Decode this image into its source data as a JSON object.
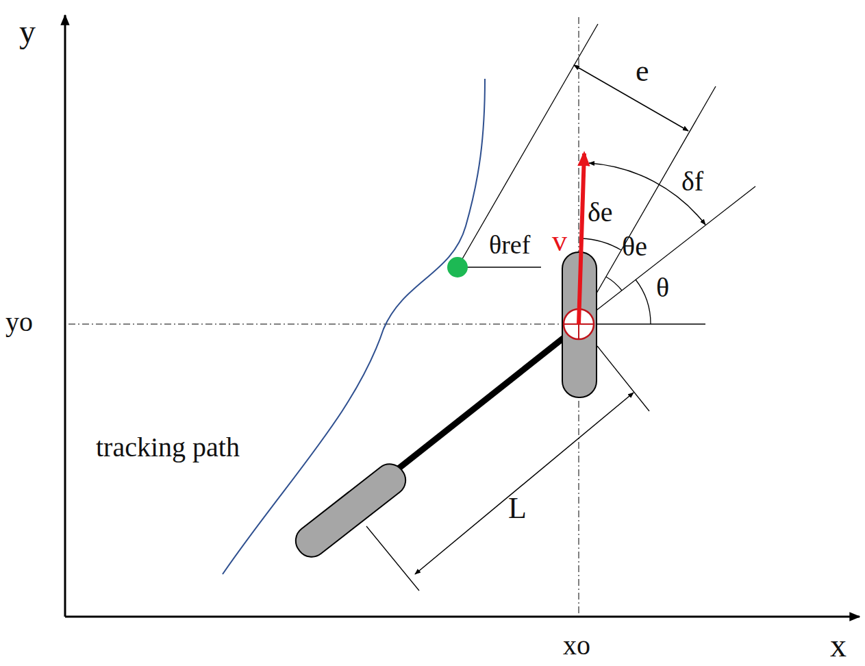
{
  "diagram": {
    "labels": [
      "y",
      "x",
      "yo",
      "xo",
      "e",
      "δf",
      "δe",
      "θe",
      "θ",
      "θref",
      "v",
      "L",
      "tracking path"
    ]
  }
}
